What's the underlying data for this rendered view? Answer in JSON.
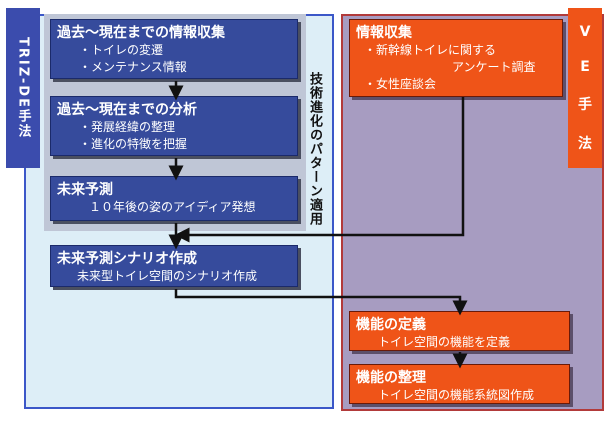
{
  "triz": {
    "label": "TRIZ-DE手法",
    "pattern_label": "技術進化のパターン適用",
    "box1": {
      "title": "過去〜現在までの情報収集",
      "items": [
        "・トイレの変遷",
        "・メンテナンス情報"
      ]
    },
    "box2": {
      "title": "過去〜現在までの分析",
      "items": [
        "・発展経緯の整理",
        "・進化の特徴を把握"
      ]
    },
    "box3": {
      "title": "未来予測",
      "items": [
        "１０年後の姿のアイディア発想"
      ]
    },
    "box4": {
      "title": "未来予測シナリオ作成",
      "items": [
        "未来型トイレ空間のシナリオ作成"
      ]
    }
  },
  "ve": {
    "label_chars": [
      "V",
      "E",
      "手",
      "法"
    ],
    "box1": {
      "title": "情報収集",
      "items": [
        "・新幹線トイレに関する",
        "アンケート調査",
        "・女性座談会"
      ]
    },
    "box2": {
      "title": "機能の定義",
      "items": [
        "トイレ空間の機能を定義"
      ]
    },
    "box3": {
      "title": "機能の整理",
      "items": [
        "トイレ空間の機能系統図作成"
      ]
    }
  },
  "colors": {
    "triz_box": "#364b9c",
    "ve_box": "#ef5418",
    "triz_panel": "#ddeef7",
    "ve_panel": "#a79cc1"
  }
}
